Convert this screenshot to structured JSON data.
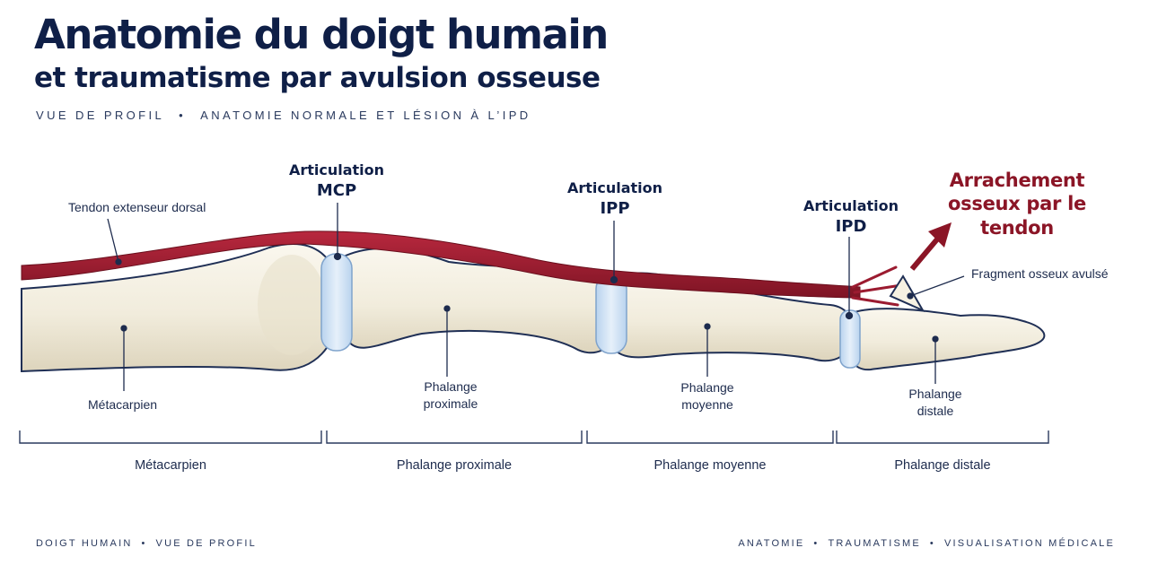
{
  "header": {
    "title": "Anatomie du doigt humain",
    "subtitle": "et traumatisme par avulsion osseuse",
    "tagline": [
      "VUE DE PROFIL",
      "ANATOMIE NORMALE ET LÉSION À L’IPD"
    ]
  },
  "joints": {
    "mcp": {
      "label": "Articulation",
      "code": "MCP"
    },
    "ipp": {
      "label": "Articulation",
      "code": "IPP"
    },
    "ipd": {
      "label": "Articulation",
      "code": "IPD"
    }
  },
  "annotations": {
    "tendon": "Tendon extenseur dorsal",
    "avulsion": "Arrachement osseux par le tendon",
    "fragment": "Fragment osseux avulsé",
    "metacarpal": "Métacarpien",
    "proximal": "Phalange proximale",
    "middle": "Phalange moyenne",
    "distal": "Phalange distale"
  },
  "segments": [
    "Métacarpien",
    "Phalange proximale",
    "Phalange moyenne",
    "Phalange distale"
  ],
  "footer": {
    "left": [
      "DOIGT HUMAIN",
      "VUE DE PROFIL"
    ],
    "right": [
      "ANATOMIE",
      "TRAUMATISME",
      "VISUALISATION MÉDICALE"
    ]
  },
  "colors": {
    "title": "#0f1f47",
    "tendon": "#9b1b30",
    "bone": "#f1ecdc",
    "cartilage": "#cfe0f2",
    "avulsion": "#8b1526"
  }
}
